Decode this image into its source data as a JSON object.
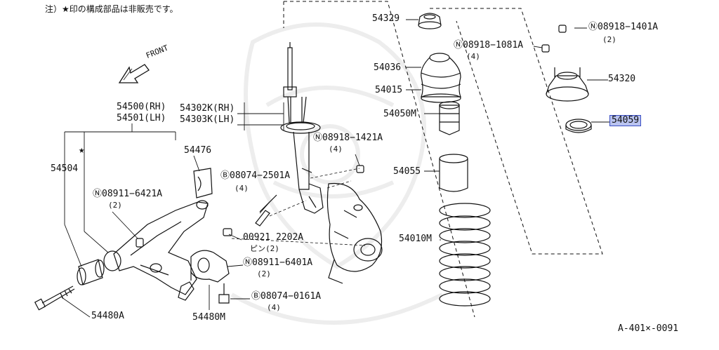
{
  "note": "注）★印の構成部品は非販売です。",
  "front": "FRONT",
  "diagram_id": "A-401×-0091",
  "highlight_color": "#b9c3f0",
  "labels": {
    "p54500": "54500(RH)",
    "p54501": "54501(LH)",
    "p54302": "54302K(RH)",
    "p54303": "54303K(LH)",
    "p54476": "54476",
    "p54504": "54504",
    "n08911_6421": "Ⓝ08911−6421A",
    "n08911_6421_q": "(2)",
    "b08074_2501": "Ⓑ08074−2501A",
    "b08074_2501_q": "(4)",
    "p00921": "00921  2202A",
    "p00921_sub": "ピン(2)",
    "n08911_6401": "Ⓝ08911−6401A",
    "n08911_6401_q": "(2)",
    "b08074_0161": "Ⓑ08074−0161A",
    "b08074_0161_q": "(4)",
    "p54480a": "54480A",
    "p54480m": "54480M",
    "n08918_1421": "Ⓝ08918−1421A",
    "n08918_1421_q": "(4)",
    "p54329": "54329",
    "p54036": "54036",
    "p54015": "54015",
    "p54050m": "54050M",
    "p54055": "54055",
    "p54010m": "54010M",
    "n08918_1081": "Ⓝ08918−1081A",
    "n08918_1081_q": "(4)",
    "n08918_1401": "Ⓝ08918−1401A",
    "n08918_1401_q": "(2)",
    "p54320": "54320",
    "p54059": "54059"
  }
}
